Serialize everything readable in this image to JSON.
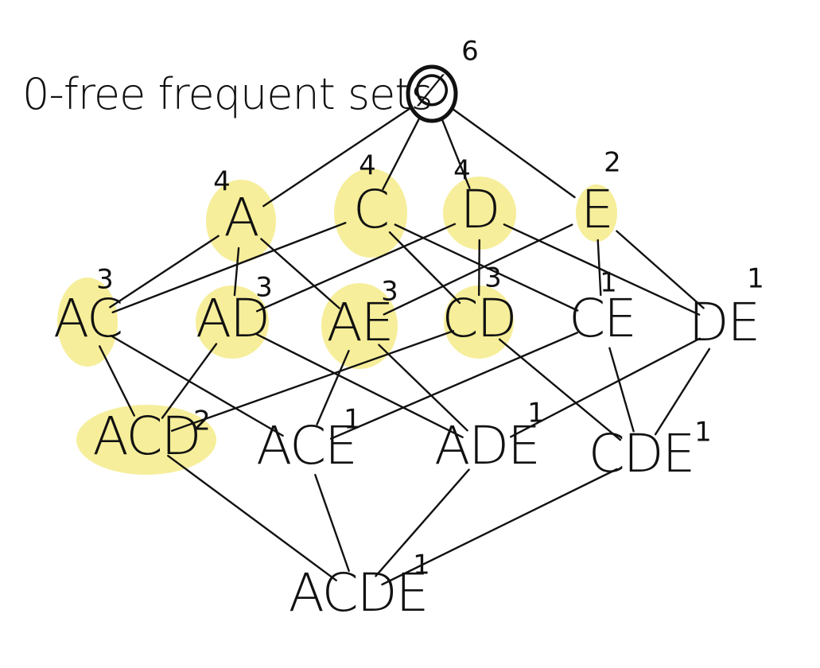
{
  "diagram": {
    "title": "0-free frequent sets",
    "nodes": [
      {
        "id": "empty",
        "label": "∅",
        "count": "6",
        "highlighted": false
      },
      {
        "id": "A",
        "label": "A",
        "count": "4",
        "highlighted": true
      },
      {
        "id": "C",
        "label": "C",
        "count": "4",
        "highlighted": true
      },
      {
        "id": "D",
        "label": "D",
        "count": "4",
        "highlighted": true
      },
      {
        "id": "E",
        "label": "E",
        "count": "2",
        "highlighted": true
      },
      {
        "id": "AC",
        "label": "AC",
        "count": "3",
        "highlighted": true
      },
      {
        "id": "AD",
        "label": "AD",
        "count": "3",
        "highlighted": true
      },
      {
        "id": "AE",
        "label": "AE",
        "count": "3",
        "highlighted": true
      },
      {
        "id": "CD",
        "label": "CD",
        "count": "3",
        "highlighted": true
      },
      {
        "id": "CE",
        "label": "CE",
        "count": "1",
        "highlighted": false
      },
      {
        "id": "DE",
        "label": "DE",
        "count": "1",
        "highlighted": false
      },
      {
        "id": "ACD",
        "label": "ACD",
        "count": "2",
        "highlighted": true
      },
      {
        "id": "ACE",
        "label": "ACE",
        "count": "1",
        "highlighted": false
      },
      {
        "id": "ADE",
        "label": "ADE",
        "count": "1",
        "highlighted": false
      },
      {
        "id": "CDE",
        "label": "CDE",
        "count": "1",
        "highlighted": false
      },
      {
        "id": "ACDE",
        "label": "ACDE",
        "count": "1",
        "highlighted": false
      }
    ],
    "edges": [
      [
        "empty",
        "A"
      ],
      [
        "empty",
        "C"
      ],
      [
        "empty",
        "D"
      ],
      [
        "empty",
        "E"
      ],
      [
        "A",
        "AC"
      ],
      [
        "A",
        "AD"
      ],
      [
        "A",
        "AE"
      ],
      [
        "C",
        "AC"
      ],
      [
        "C",
        "CD"
      ],
      [
        "C",
        "CE"
      ],
      [
        "D",
        "AD"
      ],
      [
        "D",
        "CD"
      ],
      [
        "D",
        "DE"
      ],
      [
        "E",
        "AE"
      ],
      [
        "E",
        "CE"
      ],
      [
        "E",
        "DE"
      ],
      [
        "AC",
        "ACD"
      ],
      [
        "AC",
        "ACE"
      ],
      [
        "AD",
        "ACD"
      ],
      [
        "AD",
        "ADE"
      ],
      [
        "AE",
        "ACE"
      ],
      [
        "AE",
        "ADE"
      ],
      [
        "CD",
        "ACD"
      ],
      [
        "CD",
        "CDE"
      ],
      [
        "CE",
        "ACE"
      ],
      [
        "CE",
        "CDE"
      ],
      [
        "DE",
        "ADE"
      ],
      [
        "DE",
        "CDE"
      ],
      [
        "ACD",
        "ACDE"
      ],
      [
        "ACE",
        "ACDE"
      ],
      [
        "ADE",
        "ACDE"
      ],
      [
        "CDE",
        "ACDE"
      ]
    ],
    "highlight_color": "#f5ec8f",
    "ink_color": "#111111"
  }
}
